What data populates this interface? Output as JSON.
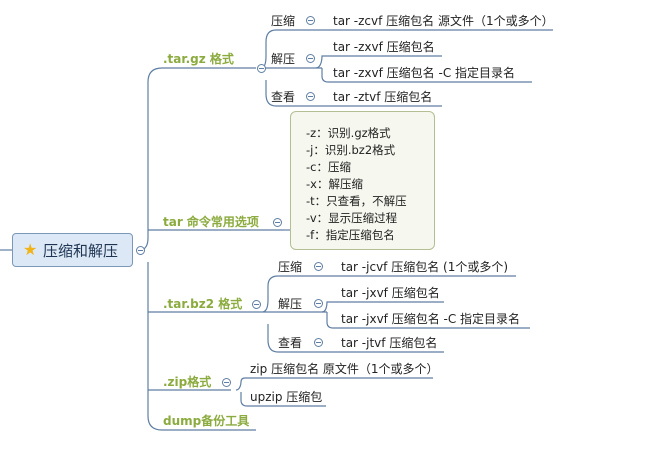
{
  "root": {
    "label": "压缩和解压",
    "icon": "star-icon",
    "color": "#f2b318"
  },
  "branches": {
    "targz": {
      "label": ".tar.gz 格式",
      "compress": {
        "label": "压缩",
        "cmd": "tar -zcvf 压缩包名 源文件（1个或多个）"
      },
      "extract": {
        "label": "解压",
        "cmd1": "tar -zxvf 压缩包名",
        "cmd2": "tar -zxvf 压缩包名 -C 指定目录名"
      },
      "view": {
        "label": "查看",
        "cmd": "tar -ztvf  压缩包名"
      }
    },
    "options": {
      "label": "tar  命令常用选项",
      "lines": [
        "-z：识别.gz格式",
        "-j：识别.bz2格式",
        "-c：压缩",
        "-x：解压缩",
        "-t：只查看，不解压",
        "-v：显示压缩过程",
        "-f：指定压缩包名"
      ]
    },
    "tarbz2": {
      "label": ".tar.bz2 格式",
      "compress": {
        "label": "压缩",
        "cmd": "tar -jcvf 压缩包名 (1个或多个)"
      },
      "extract": {
        "label": "解压",
        "cmd1": "tar -jxvf 压缩包名",
        "cmd2": "tar -jxvf 压缩包名 -C 指定目录名"
      },
      "view": {
        "label": "查看",
        "cmd": "tar -jtvf 压缩包名"
      }
    },
    "zip": {
      "label": ".zip格式",
      "cmd1": "zip 压缩包名 原文件（1个或多个）",
      "cmd2": "upzip 压缩包"
    },
    "dump": {
      "label": "dump备份工具"
    }
  },
  "colors": {
    "line": "#5f7ea3",
    "branch_text": "#8bab3e",
    "root_fill": "#dce8f5",
    "note_fill": "#f6f7ee"
  }
}
